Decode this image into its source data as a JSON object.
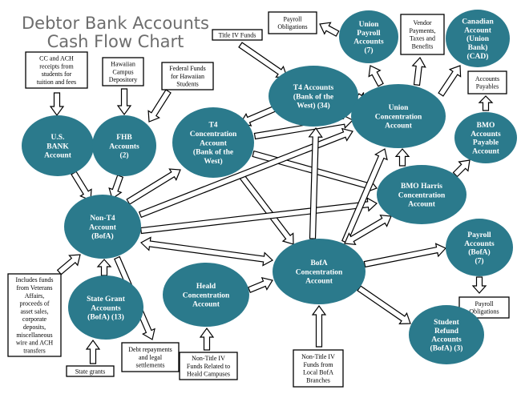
{
  "title": {
    "line1": "Debtor Bank Accounts",
    "line2": "Cash Flow Chart"
  },
  "nodes": {
    "us_bank": [
      "U.S.",
      "BANK",
      "Account"
    ],
    "fhb": [
      "FHB",
      "Accounts",
      "(2)"
    ],
    "t4_concentration": [
      "T4",
      "Concentration",
      "Account",
      "(Bank of the",
      "West)"
    ],
    "t4_accounts": [
      "T4 Accounts",
      "(Bank  of the",
      "West) (34)"
    ],
    "union_payroll": [
      "Union",
      "Payroll",
      "Accounts",
      "(7)"
    ],
    "canadian": [
      "Canadian",
      "Account",
      "(Union",
      "Bank)",
      "(CAD)"
    ],
    "union_concentration": [
      "Union",
      "Concentration",
      "Account"
    ],
    "bmo_payable": [
      "BMO",
      "Accounts",
      "Payable",
      "Account"
    ],
    "bmo_harris": [
      "BMO Harris",
      "Concentration",
      "Account"
    ],
    "non_t4": [
      "Non-T4",
      "Account",
      "(BofA)"
    ],
    "payroll_bofa": [
      "Payroll",
      "Accounts",
      "(BofA)",
      "(7)"
    ],
    "bofa_concentration": [
      "BofA",
      "Concentration",
      "Account"
    ],
    "heald": [
      "Heald",
      "Concentration",
      "Account"
    ],
    "state_grant": [
      "State Grant",
      "Accounts",
      "(BofA) (13)"
    ],
    "student_refund": [
      "Student",
      "Refund",
      "Accounts",
      "(BofA)  (3)"
    ]
  },
  "boxes": {
    "cc_ach": [
      "CC and ACH",
      "receipts from",
      "students for",
      "tuition and fees"
    ],
    "hawaiian_campus": [
      "Hawaiian",
      "Campus",
      "Depository"
    ],
    "federal_funds": [
      "Federal Funds",
      "for Hawaiian",
      "Students"
    ],
    "title_iv": [
      "Title IV Funds"
    ],
    "payroll_obligations_top": [
      "Payroll",
      "Obligations"
    ],
    "vendor_payments": [
      "Vendor",
      "Payments,",
      "Taxes and",
      "Benefits"
    ],
    "accounts_payables": [
      "Accounts",
      "Payables"
    ],
    "includes_funds": [
      "Includes funds",
      "from Veterans",
      "Affairs,",
      "proceeds of",
      "asset sales,",
      "corporate",
      "deposits,",
      "miscellaneous",
      "wire and ACH",
      "transfers"
    ],
    "state_grants": [
      "State grants"
    ],
    "debt_repayments": [
      "Debt repayments",
      "and  legal",
      "settlements"
    ],
    "non_title_iv_heald": [
      "Non-Title IV",
      "Funds Related to",
      "Heald Campuses"
    ],
    "non_title_iv_bofa": [
      "Non-Title IV",
      "Funds  from",
      "Local BofA",
      "Branches"
    ],
    "payroll_obligations_bottom": [
      "Payroll",
      "Obligations"
    ]
  },
  "colors": {
    "node_fill": "#2b7a8c",
    "title": "#6d6d6d"
  }
}
